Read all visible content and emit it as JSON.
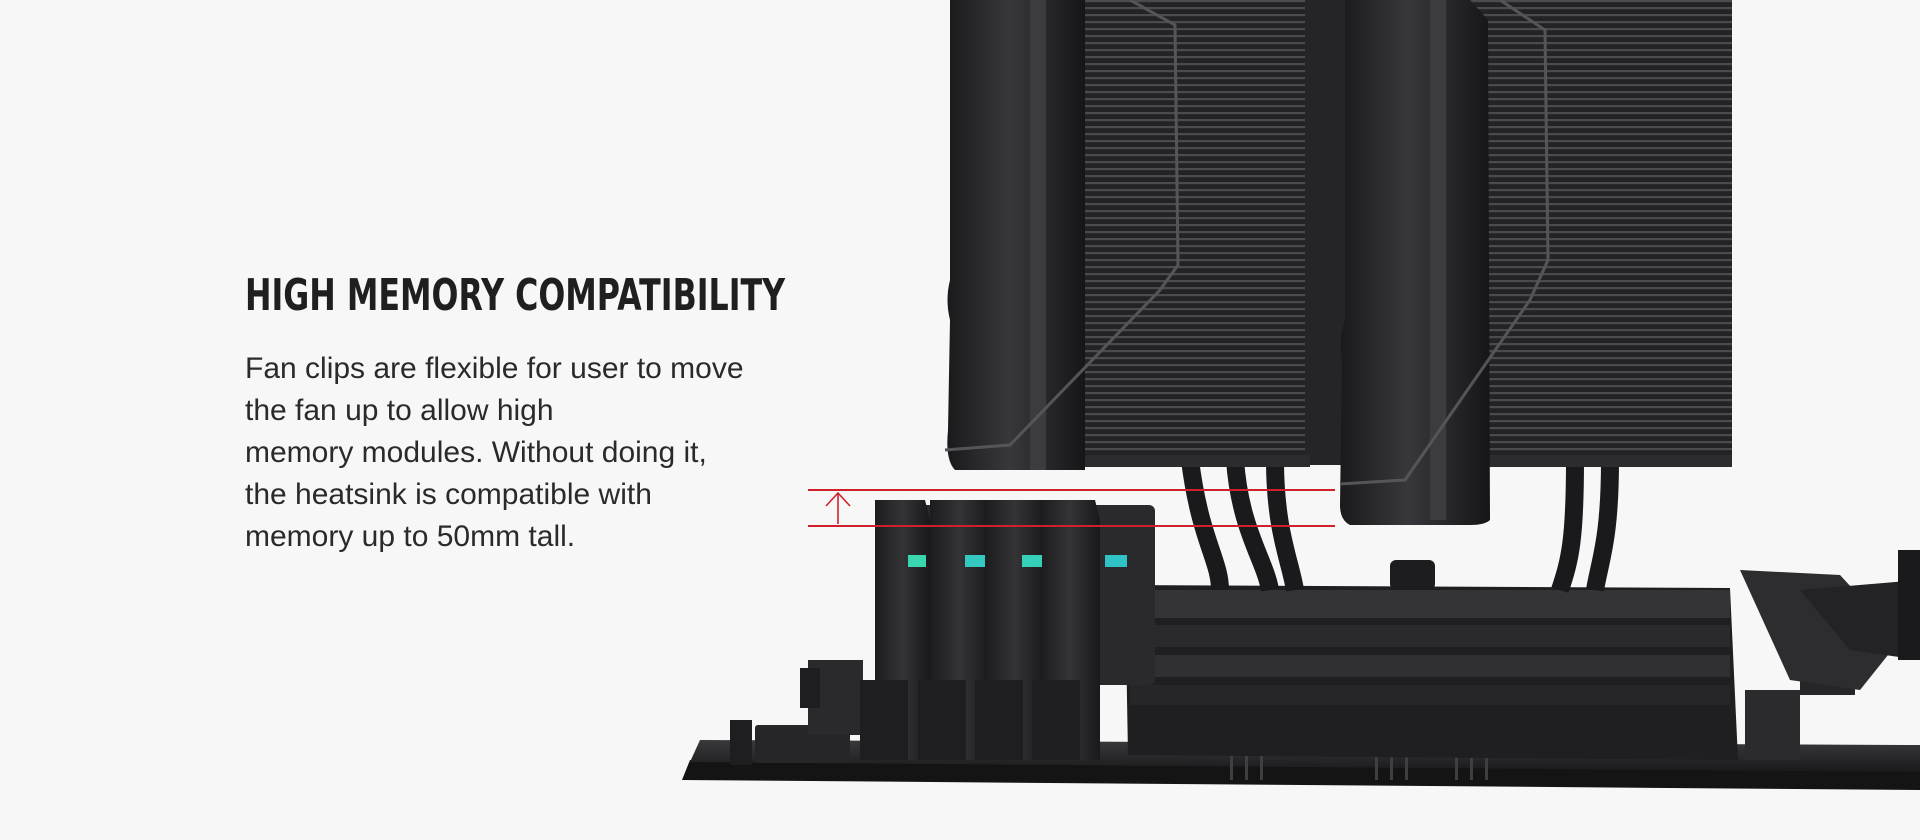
{
  "feature": {
    "title": "HIGH MEMORY COMPATIBILITY",
    "description_lines": [
      "Fan clips are flexible for user to move",
      "the fan up to allow high",
      "memory modules. Without doing it,",
      "the heatsink is compatible with",
      "memory up to 50mm tall."
    ]
  },
  "colors": {
    "background": "#f7f7f7",
    "heading": "#1f1f1f",
    "body": "#2a2a2a",
    "accent_line": "#d0202a",
    "hardware_dark": "#1c1c1e"
  }
}
